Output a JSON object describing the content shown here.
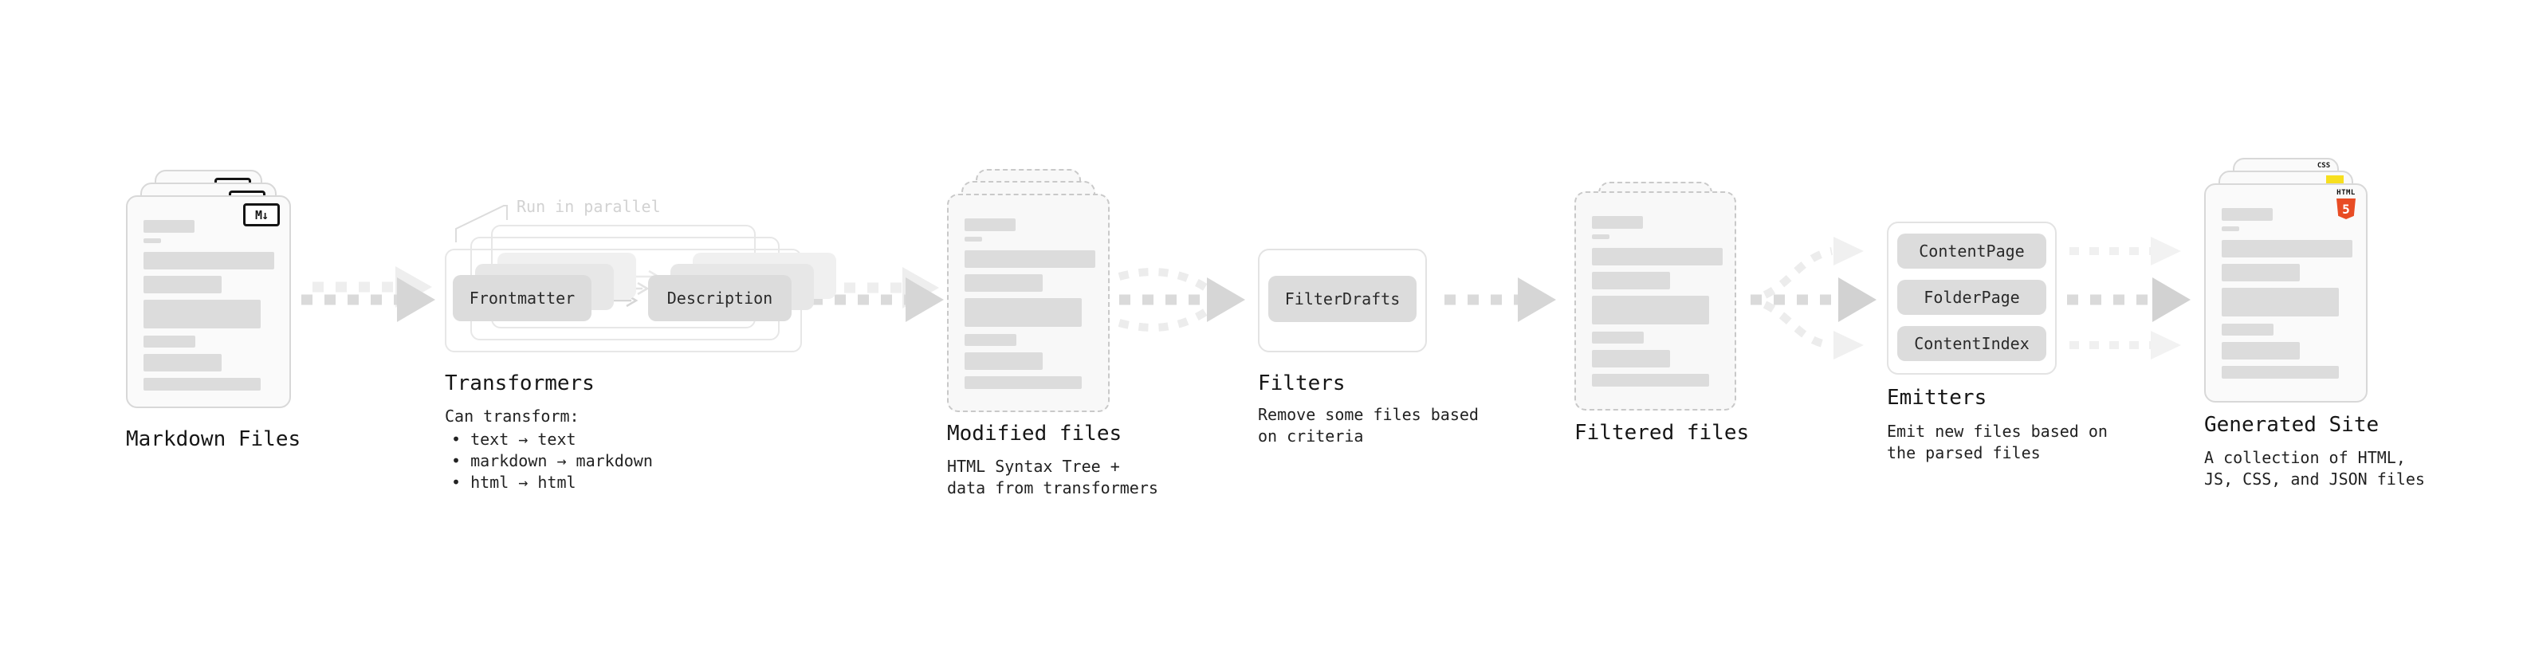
{
  "stages": {
    "markdown_files": {
      "title": "Markdown Files",
      "badge": "M↓"
    },
    "transformers": {
      "note": "Run in parallel",
      "chips": [
        "Frontmatter",
        "Description"
      ],
      "title": "Transformers",
      "description": "Can transform:",
      "bullets": [
        "• text → text",
        "• markdown → markdown",
        "• html → html"
      ]
    },
    "modified_files": {
      "title": "Modified files",
      "description": "HTML Syntax Tree +\ndata from transformers"
    },
    "filters": {
      "chips": [
        "FilterDrafts"
      ],
      "title": "Filters",
      "description": "Remove some files based\non criteria"
    },
    "filtered_files": {
      "title": "Filtered files"
    },
    "emitters": {
      "chips": [
        "ContentPage",
        "FolderPage",
        "ContentIndex"
      ],
      "title": "Emitters",
      "description": "Emit new files based on\nthe parsed files"
    },
    "generated_site": {
      "title": "Generated Site",
      "description": "A collection of HTML,\nJS, CSS, and JSON files",
      "badges": {
        "css_label": "CSS",
        "html_label": "HTML",
        "html_number": "5"
      }
    }
  },
  "colors": {
    "html5_orange": "#e84c24",
    "js_yellow": "#f7df1e",
    "css_blue": "#2965f1",
    "card_border": "#d8d8d8",
    "dashed_border": "#c9c9c9",
    "arrow_gray": "#d9d9d9",
    "arrow_faint": "#eeeeee",
    "skeleton_bar": "#dcdcdc",
    "note_gray": "#d2d2d2"
  }
}
